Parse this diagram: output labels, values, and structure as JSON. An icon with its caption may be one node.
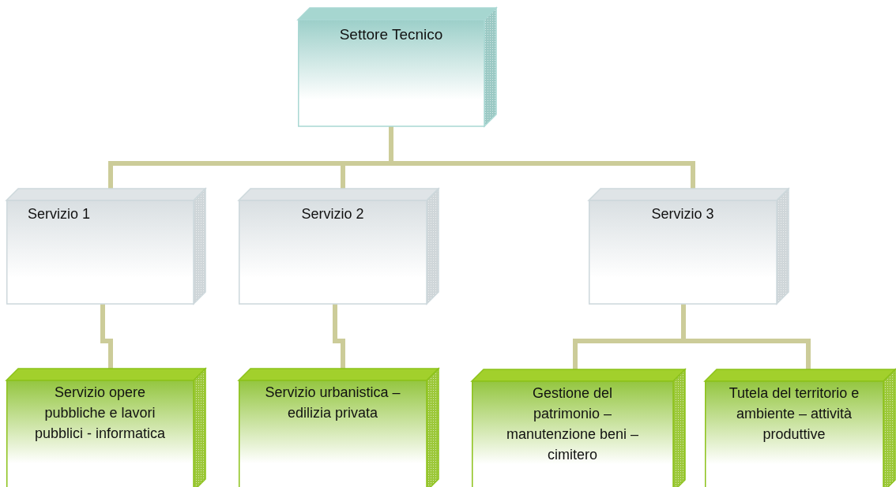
{
  "diagram": {
    "nodes": [
      {
        "text": [
          "Settore Tecnico"
        ]
      },
      {
        "text": [
          "Servizio 1"
        ]
      },
      {
        "text": [
          "Servizio 2"
        ]
      },
      {
        "text": [
          "Servizio 3"
        ]
      },
      {
        "text": [
          "Servizio opere pubbliche e lavori pubblici - informatica"
        ]
      },
      {
        "text": [
          "Servizio urbanistica – edilizia privata"
        ]
      },
      {
        "text": [
          "Gestione del patrimonio – manutenzione beni – cimitero"
        ]
      },
      {
        "text": [
          "Tutela del territorio e ambiente – attività produttive"
        ]
      }
    ],
    "edges": [
      {
        "from": 0,
        "to": 1,
        "arrow": "none"
      },
      {
        "from": 0,
        "to": 2,
        "arrow": "none"
      },
      {
        "from": 0,
        "to": 3,
        "arrow": "none"
      },
      {
        "from": 1,
        "to": 4,
        "arrow": "none"
      },
      {
        "from": 2,
        "to": 5,
        "arrow": "none"
      },
      {
        "from": 3,
        "to": 6,
        "arrow": "none"
      },
      {
        "from": 3,
        "to": 7,
        "arrow": "none"
      }
    ]
  }
}
